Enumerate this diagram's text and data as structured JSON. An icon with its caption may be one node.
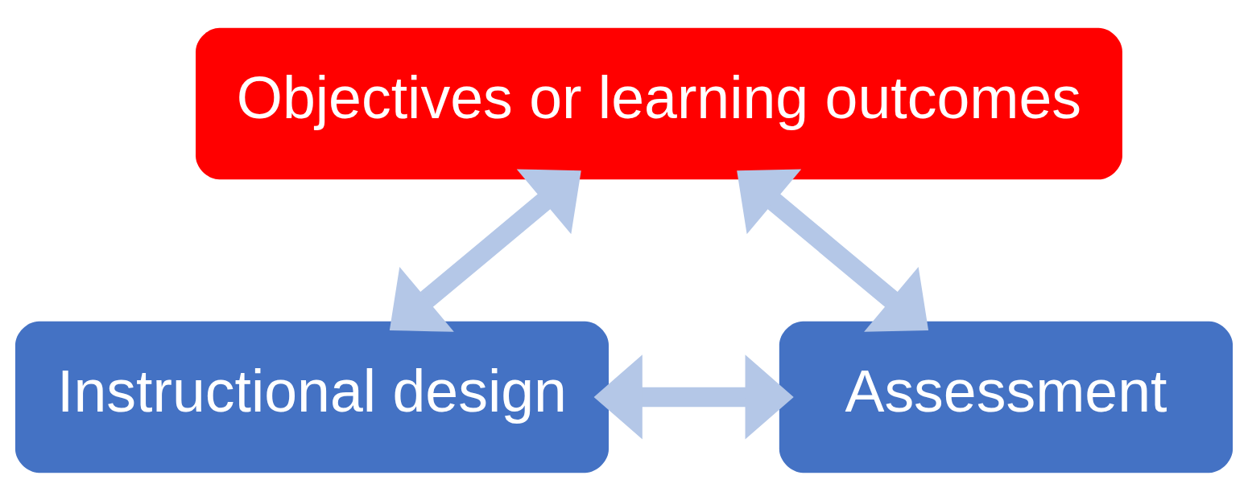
{
  "diagram": {
    "nodes": [
      {
        "text": [
          "Objectives or learning outcomes"
        ]
      },
      {
        "text": [
          "Instructional design"
        ]
      },
      {
        "text": [
          "Assessment"
        ]
      }
    ],
    "edges": [
      {
        "from": 0,
        "to": 1,
        "arrow": "both"
      },
      {
        "from": 0,
        "to": 2,
        "arrow": "both"
      },
      {
        "from": 1,
        "to": 2,
        "arrow": "both"
      }
    ]
  }
}
